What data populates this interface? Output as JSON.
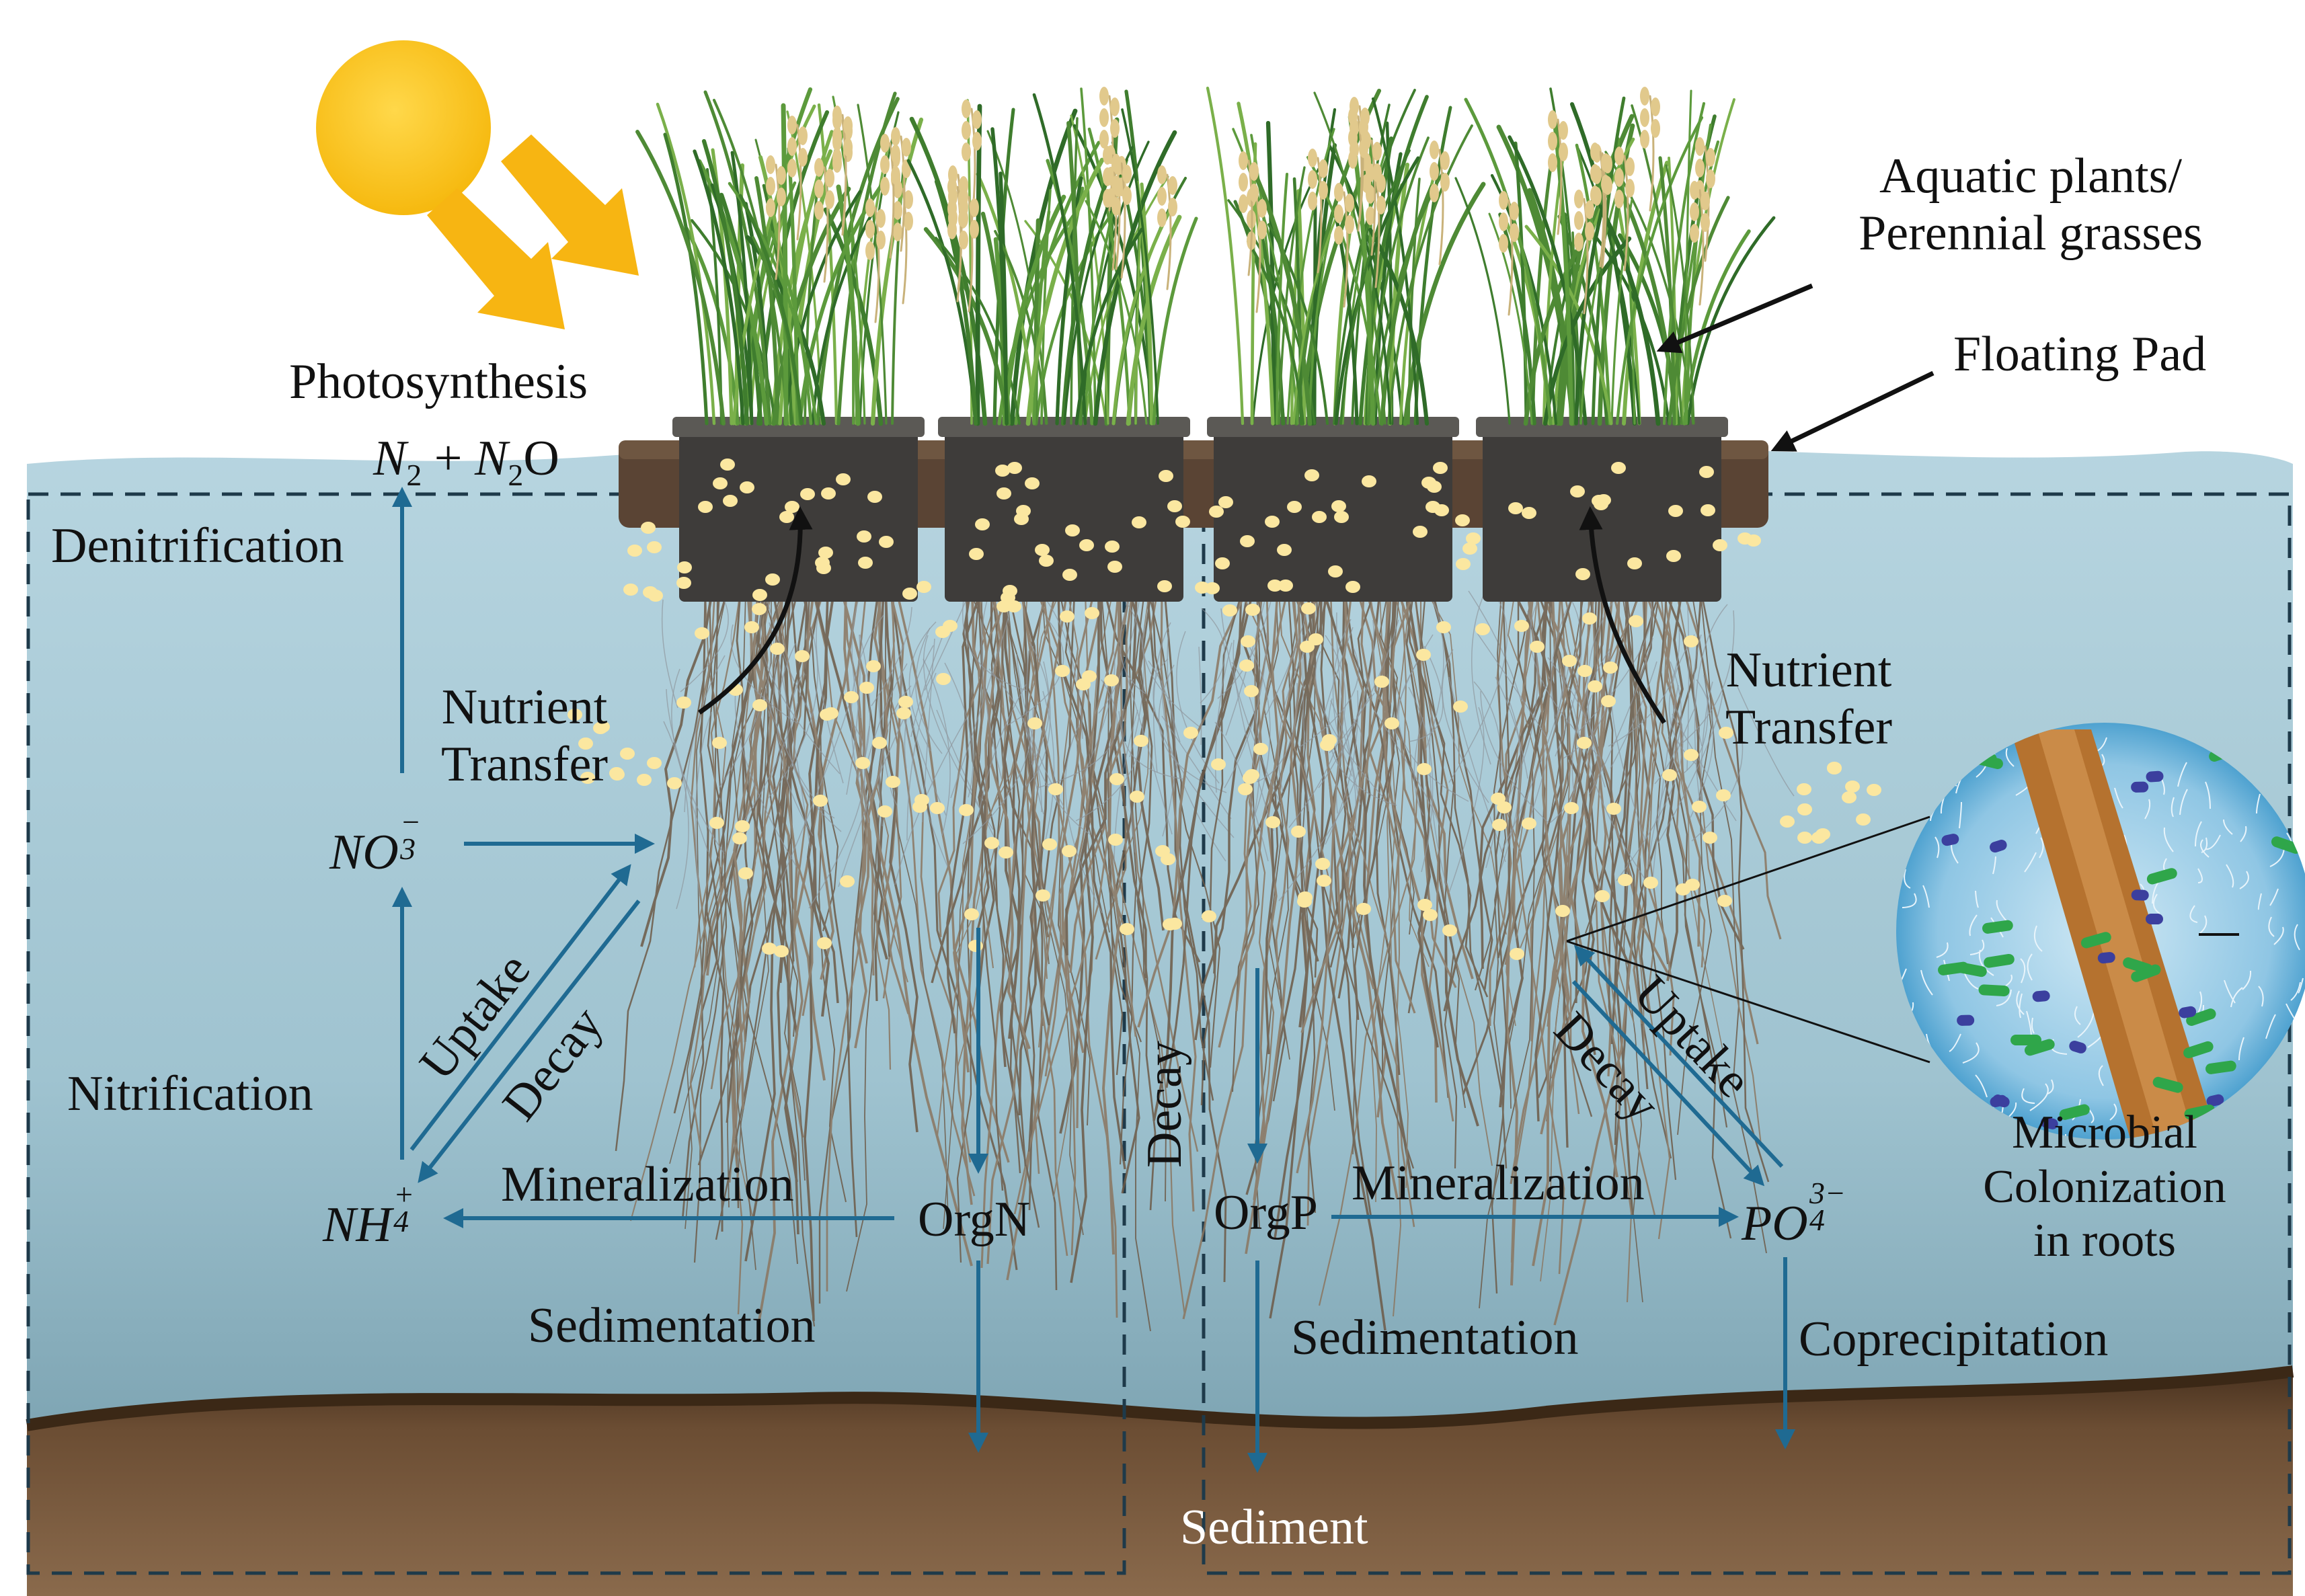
{
  "labels": {
    "photosynthesis": "Photosynthesis",
    "n2_gas": "N",
    "n2_sub": "2",
    "plus": "+",
    "n2o_n": "N",
    "n2o_sub": "2",
    "n2o_o": "O",
    "denitrification": "Denitrification",
    "aquatic_plants_line1": "Aquatic plants/",
    "aquatic_plants_line2": "Perennial grasses",
    "floating_pad": "Floating Pad",
    "nutrient_transfer_left_line1": "Nutrient",
    "nutrient_transfer_left_line2": "Transfer",
    "nutrient_transfer_right_line1": "Nutrient",
    "nutrient_transfer_right_line2": "Transfer",
    "no3": "NO",
    "no3_sub": "3",
    "no3_sup": "−",
    "nh4": "NH",
    "nh4_sub": "4",
    "nh4_sup": "+",
    "po4": "PO",
    "po4_sub": "4",
    "po4_sup": "3−",
    "nitrification": "Nitrification",
    "uptake_left": "Uptake",
    "decay_left": "Decay",
    "uptake_right": "Uptake",
    "decay_right": "Decay",
    "decay_center": "Decay",
    "mineralization_left": "Mineralization",
    "mineralization_right": "Mineralization",
    "orgn": "OrgN",
    "orgp": "OrgP",
    "sedimentation_left": "Sedimentation",
    "sedimentation_right": "Sedimentation",
    "coprecipitation": "Coprecipitation",
    "microbial_line1": "Microbial",
    "microbial_line2": "Colonization",
    "microbial_line3": "in roots",
    "sediment": "Sediment"
  },
  "colors": {
    "water": "#a9cbd8",
    "sediment": "#5b4029",
    "arrow": "#1f6a92",
    "sun": "#f9c51b",
    "pad": "#5a4434",
    "nutrient_dot": "#fbe7a0"
  }
}
